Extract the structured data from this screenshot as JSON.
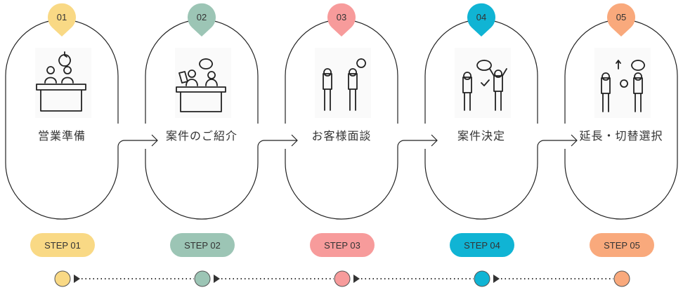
{
  "steps": [
    {
      "number": "01",
      "title": "営業準備",
      "step_label": "STEP 01",
      "color": "#F9D985",
      "icon": "people-at-desk-clock-icon"
    },
    {
      "number": "02",
      "title": "案件のご紹介",
      "step_label": "STEP 02",
      "color": "#9CC5B5",
      "icon": "people-at-desk-briefcase-question-icon"
    },
    {
      "number": "03",
      "title": "お客様面談",
      "step_label": "STEP 03",
      "color": "#F79B9B",
      "icon": "two-people-meeting-icon"
    },
    {
      "number": "04",
      "title": "案件決定",
      "step_label": "STEP 04",
      "color": "#10B4D4",
      "icon": "two-people-celebrating-check-icon"
    },
    {
      "number": "05",
      "title": "延長・切替選択",
      "step_label": "STEP 05",
      "color": "#F9A97C",
      "icon": "two-people-options-arrows-icon"
    }
  ]
}
